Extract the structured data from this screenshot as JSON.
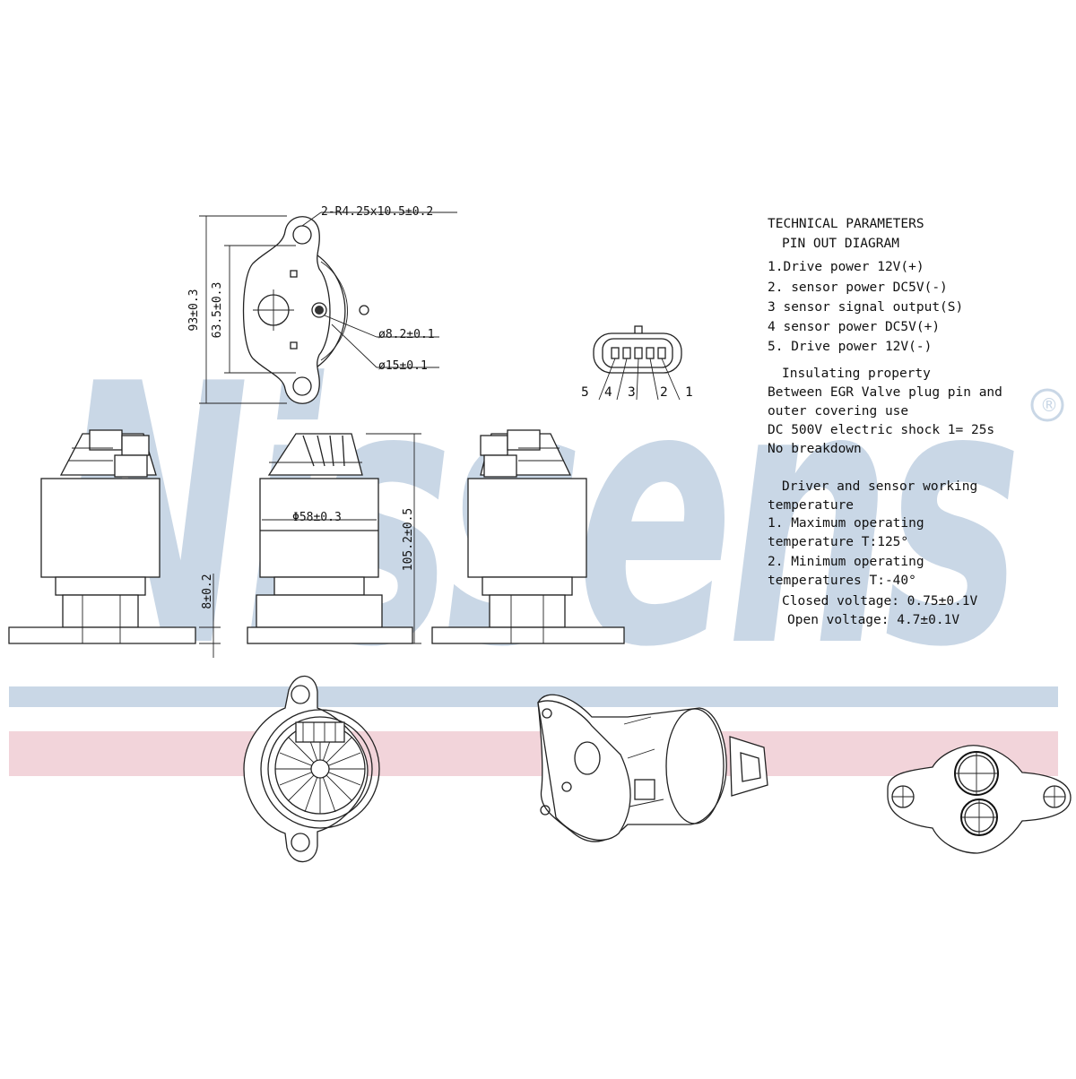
{
  "brand": {
    "watermark": "Nissens",
    "registered_mark": "®",
    "watermark_color": "#c9d7e6",
    "stripe_blue": "#c9d7e6",
    "stripe_pink": "#f2d4da"
  },
  "dimensions": {
    "mount_holes": "2-R4.25x10.5±0.2",
    "height_total": "93±0.3",
    "hole_spacing": "63.5±0.3",
    "port_small": "ø8.2±0.1",
    "port_large": "ø15±0.1",
    "body_diameter": "Φ58±0.3",
    "height_body": "105.2±0.5",
    "flange_height": "8±0.2"
  },
  "pin_labels": [
    "5",
    "4",
    "3",
    "2",
    "1"
  ],
  "tech_params": {
    "title": "TECHNICAL PARAMETERS",
    "pinout_title": "PIN OUT DIAGRAM",
    "pins": [
      "1.Drive power 12V(+)",
      "2. sensor power DC5V(-)",
      "3  sensor signal output(S)",
      "4  sensor power DC5V(+)",
      "5. Drive power   12V(-)"
    ],
    "insulating_title": "Insulating property",
    "insulating_lines": [
      "Between EGR Valve plug pin and",
      "outer covering use",
      " DC 500V electric shock 1= 25s",
      "No breakdown"
    ],
    "temp_title": "Driver and sensor working",
    "temp_lines": [
      "temperature",
      "1. Maximum operating",
      "temperature T:125°",
      "2. Minimum operating",
      "temperatures T:-40°"
    ],
    "closed_voltage": "Closed voltage: 0.75±0.1V",
    "open_voltage": "Open voltage: 4.7±0.1V"
  }
}
